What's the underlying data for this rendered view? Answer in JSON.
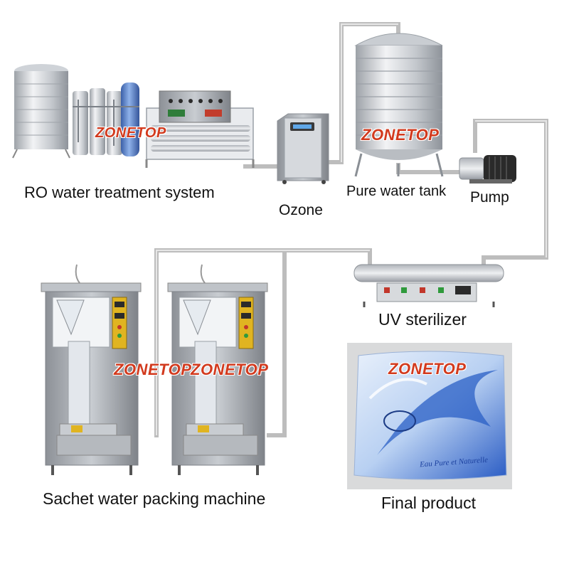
{
  "brand": {
    "logo_text": "ZONETOP",
    "logo_color": "#d23a1e"
  },
  "labels": {
    "ro_system": "RO water treatment system",
    "ozone": "Ozone",
    "pure_water_tank": "Pure water tank",
    "pump": "Pump",
    "uv_sterilizer": "UV sterilizer",
    "packing_machine": "Sachet water packing machine",
    "final_product": "Final product"
  },
  "product": {
    "bag_text": "Eau Pure et Naturelle"
  },
  "colors": {
    "pipe": "#c9c9c9",
    "steel": "#d7d9dc",
    "water_blue": "#2a63c8"
  }
}
